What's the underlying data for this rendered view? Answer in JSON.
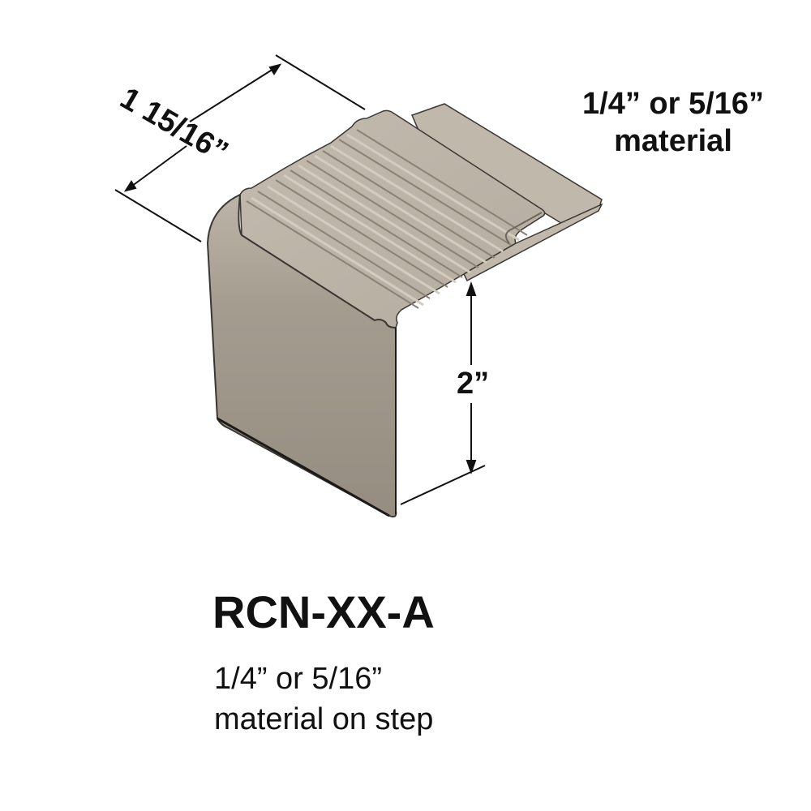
{
  "product": {
    "model": "RCN-XX-A",
    "description_line1": "1/4” or 5/16”",
    "description_line2": "material on step"
  },
  "dimensions": {
    "depth": "1 15/16”",
    "height": "2”",
    "material_line1": "1/4” or 5/16”",
    "material_line2": "material"
  },
  "colors": {
    "profile_light": "#bdb5a8",
    "profile_mid": "#a79f92",
    "profile_dark": "#8e8678",
    "outline": "#3a3632",
    "dimension_line": "#111111"
  }
}
